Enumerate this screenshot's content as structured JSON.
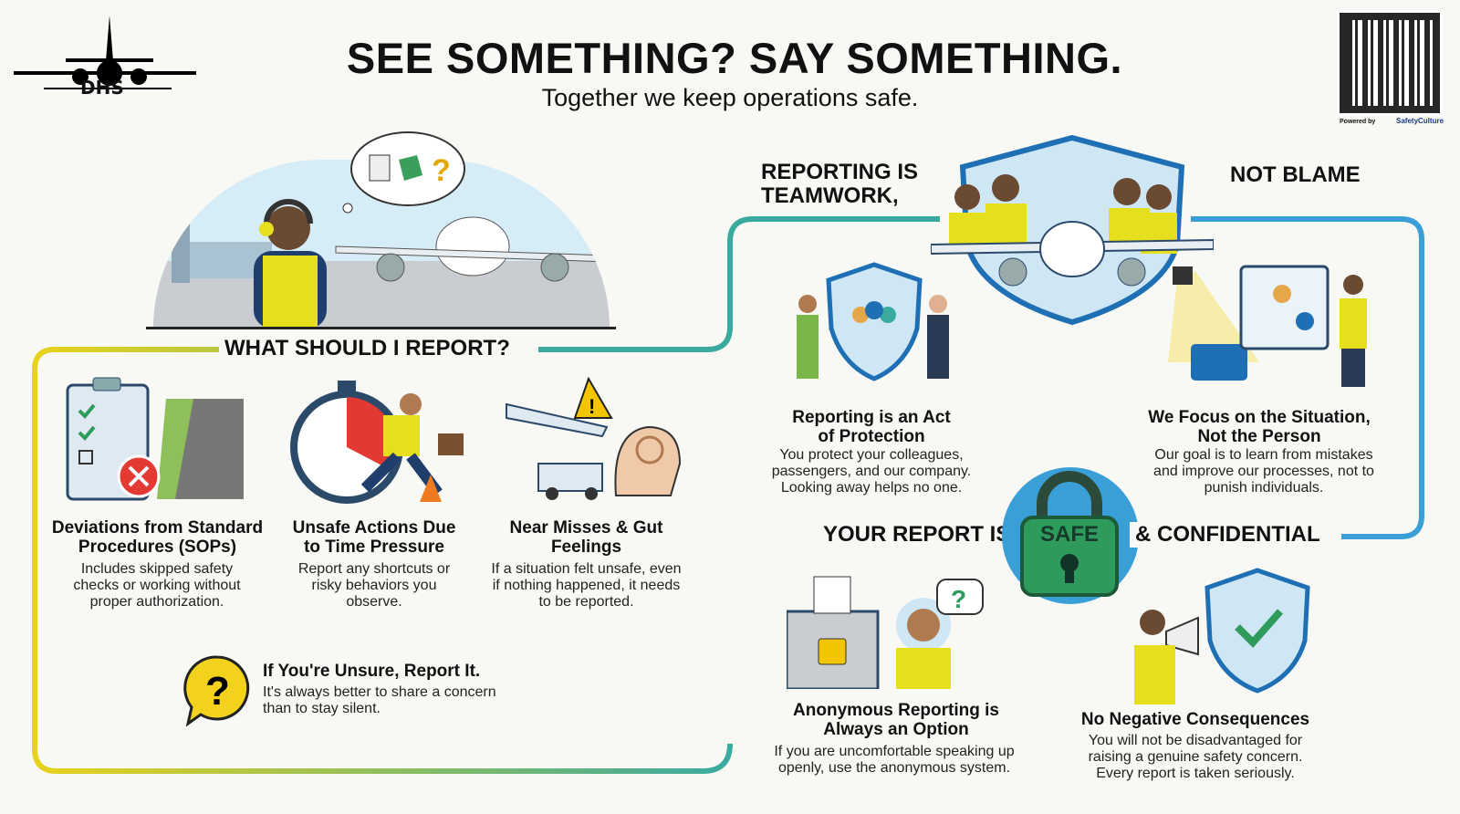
{
  "logo": {
    "text": "DHS"
  },
  "header": {
    "title": "SEE SOMETHING? SAY SOMETHING.",
    "subtitle": "Together we keep operations safe."
  },
  "qr": {
    "powered_by": "Powered by",
    "brand": "SafetyCulture"
  },
  "colors": {
    "yellow": "#e8d21c",
    "teal": "#3aaa9f",
    "blue": "#3a9fd6",
    "green": "#2e9b5c",
    "red": "#e23a32"
  },
  "left": {
    "section_title": "WHAT SHOULD I REPORT?",
    "items": [
      {
        "title": "Deviations from Standard Procedures (SOPs)",
        "desc": "Includes skipped safety checks or working without proper authorization."
      },
      {
        "title": "Unsafe Actions Due to Time Pressure",
        "desc": "Report any shortcuts or risky behaviors you observe."
      },
      {
        "title": "Near Misses & Gut Feelings",
        "desc": "If a situation felt unsafe, even if nothing happened, it needs to be reported."
      }
    ],
    "unsure": {
      "title": "If You're Unsure, Report It.",
      "desc": "It's always better to share a concern than to stay silent."
    }
  },
  "right": {
    "teamwork": "REPORTING IS TEAMWORK,",
    "not_blame": "NOT BLAME",
    "protection": {
      "title": "Reporting is an Act of Protection",
      "desc": "You protect your colleagues, passengers, and our company. Looking away helps no one."
    },
    "focus": {
      "title": "We Focus on the Situation, Not the Person",
      "desc": "Our goal is to learn from mistakes and improve our processes, not to punish individuals."
    },
    "safe_prefix": "YOUR REPORT IS",
    "safe_word": "SAFE",
    "safe_suffix": "& CONFIDENTIAL",
    "anonymous": {
      "title": "Anonymous Reporting is Always an Option",
      "desc": "If you are uncomfortable speaking up openly, use the anonymous system."
    },
    "no_negative": {
      "title": "No Negative Consequences",
      "desc": "You will not be disadvantaged for raising a genuine safety concern. Every report is taken seriously."
    }
  }
}
